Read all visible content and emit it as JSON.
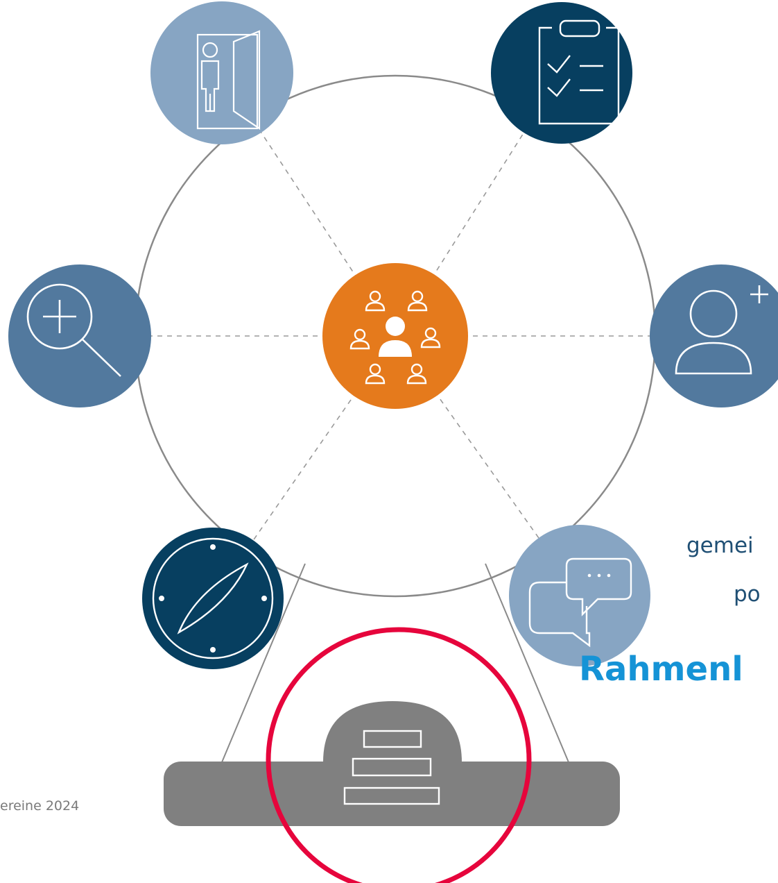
{
  "colors": {
    "center": "#e57a1c",
    "navy": "#073f60",
    "mid_blue": "#52799e",
    "light_blue": "#87a5c3",
    "ring": "#8a8a8a",
    "base_gray": "#808080",
    "highlight_red": "#e6053c",
    "accent_text": "#1593d6"
  },
  "nodes": [
    {
      "name": "door-person-icon",
      "color": "light_blue"
    },
    {
      "name": "checklist-icon",
      "color": "navy"
    },
    {
      "name": "add-person-icon",
      "color": "mid_blue"
    },
    {
      "name": "speech-bubbles-icon",
      "color": "light_blue"
    },
    {
      "name": "compass-icon",
      "color": "navy"
    },
    {
      "name": "magnifier-plus-icon",
      "color": "mid_blue"
    }
  ],
  "center_icon": "group-people-icon",
  "base_icon": "stacked-books-icon",
  "text": {
    "cut_line_1": "gemei",
    "cut_line_2": "po",
    "cut_heading": "Rahmenl",
    "footer": "ereine 2024"
  }
}
